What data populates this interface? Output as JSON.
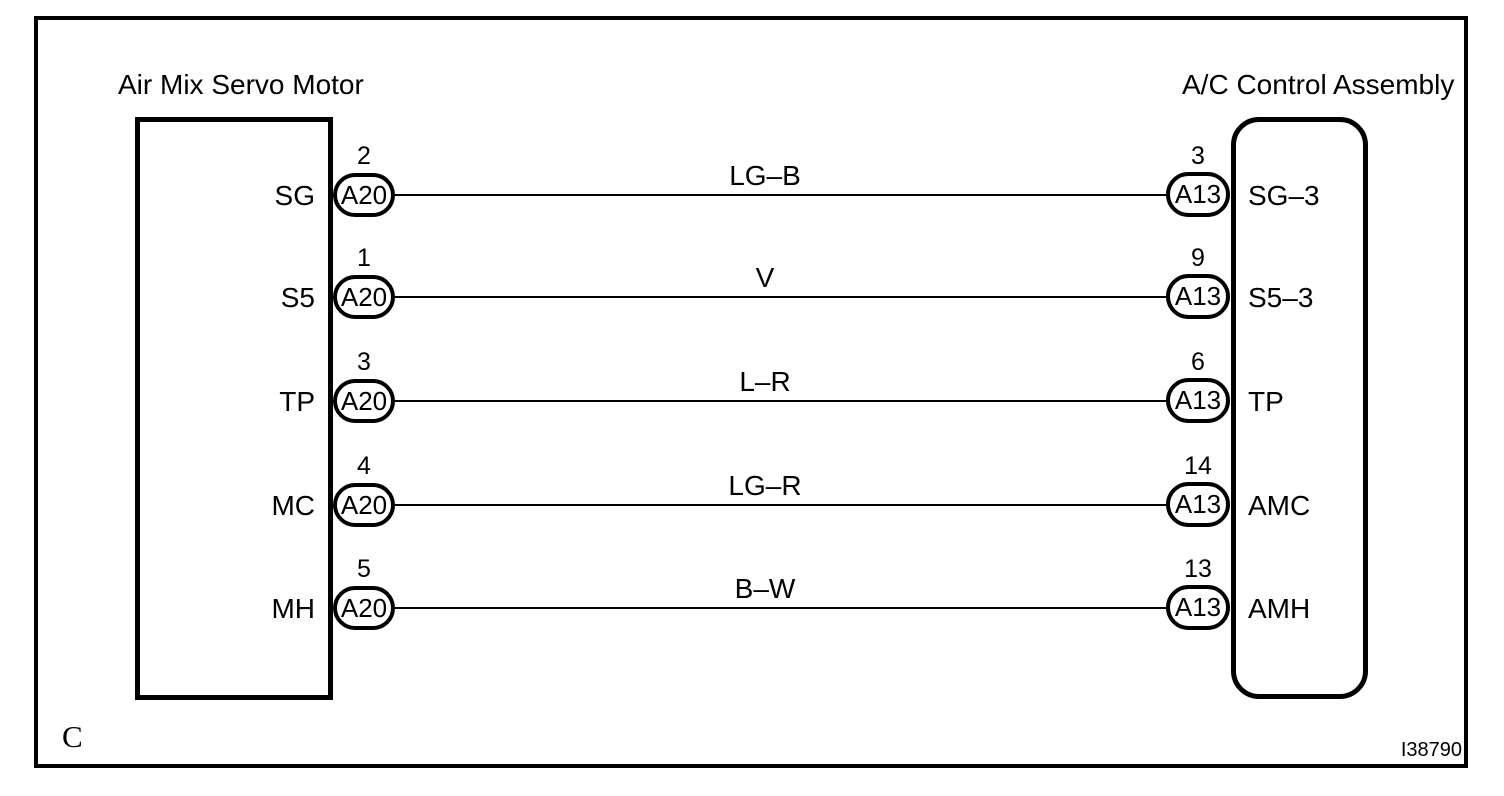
{
  "diagram": {
    "left_component": {
      "title": "Air Mix Servo Motor",
      "connector_code": "A20"
    },
    "right_component": {
      "title": "A/C Control Assembly",
      "connector_code": "A13"
    },
    "rows": [
      {
        "left_pin": "SG",
        "left_number": "2",
        "left_connector": "A20",
        "wire_color": "LG–B",
        "right_number": "3",
        "right_connector": "A13",
        "right_pin": "SG–3"
      },
      {
        "left_pin": "S5",
        "left_number": "1",
        "left_connector": "A20",
        "wire_color": "V",
        "right_number": "9",
        "right_connector": "A13",
        "right_pin": "S5–3"
      },
      {
        "left_pin": "TP",
        "left_number": "3",
        "left_connector": "A20",
        "wire_color": "L–R",
        "right_number": "6",
        "right_connector": "A13",
        "right_pin": "TP"
      },
      {
        "left_pin": "MC",
        "left_number": "4",
        "left_connector": "A20",
        "wire_color": "LG–R",
        "right_number": "14",
        "right_connector": "A13",
        "right_pin": "AMC"
      },
      {
        "left_pin": "MH",
        "left_number": "5",
        "left_connector": "A20",
        "wire_color": "B–W",
        "right_number": "13",
        "right_connector": "A13",
        "right_pin": "AMH"
      }
    ],
    "footer": {
      "section_label": "C",
      "figure_id": "I38790"
    },
    "colors": {
      "line": "#000000",
      "background": "#ffffff"
    }
  }
}
